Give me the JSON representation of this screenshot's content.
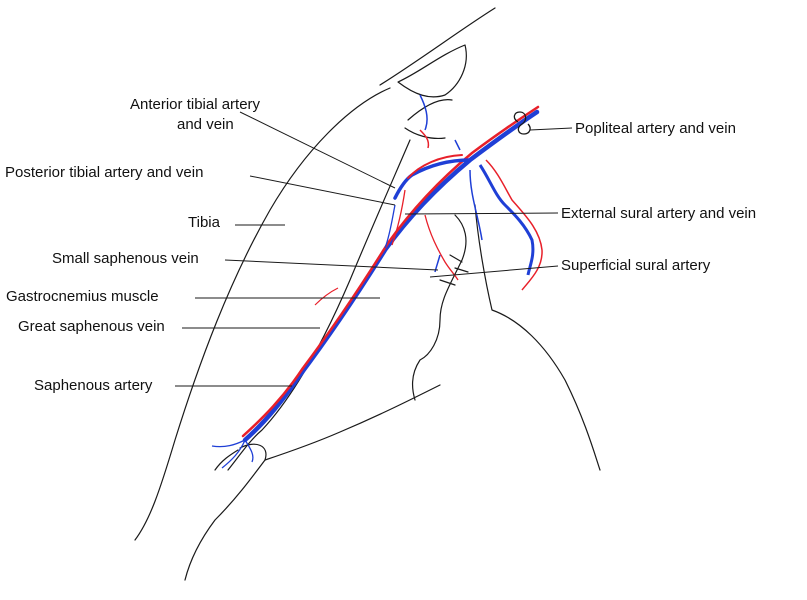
{
  "colors": {
    "artery": "#e8202a",
    "vein": "#1f3fd6",
    "outline": "#1a1a1a",
    "background": "#ffffff"
  },
  "labels": {
    "anterior_tibial": "Anterior tibial artery",
    "anterior_tibial_2": "and vein",
    "posterior_tibial": "Posterior tibial artery and vein",
    "tibia": "Tibia",
    "small_saphenous": "Small saphenous vein",
    "gastrocnemius": "Gastrocnemius muscle",
    "great_saphenous": "Great saphenous vein",
    "saphenous_artery": "Saphenous artery",
    "popliteal": "Popliteal artery and vein",
    "external_sural": "External sural artery and vein",
    "superficial_sural": "Superficial sural artery"
  }
}
